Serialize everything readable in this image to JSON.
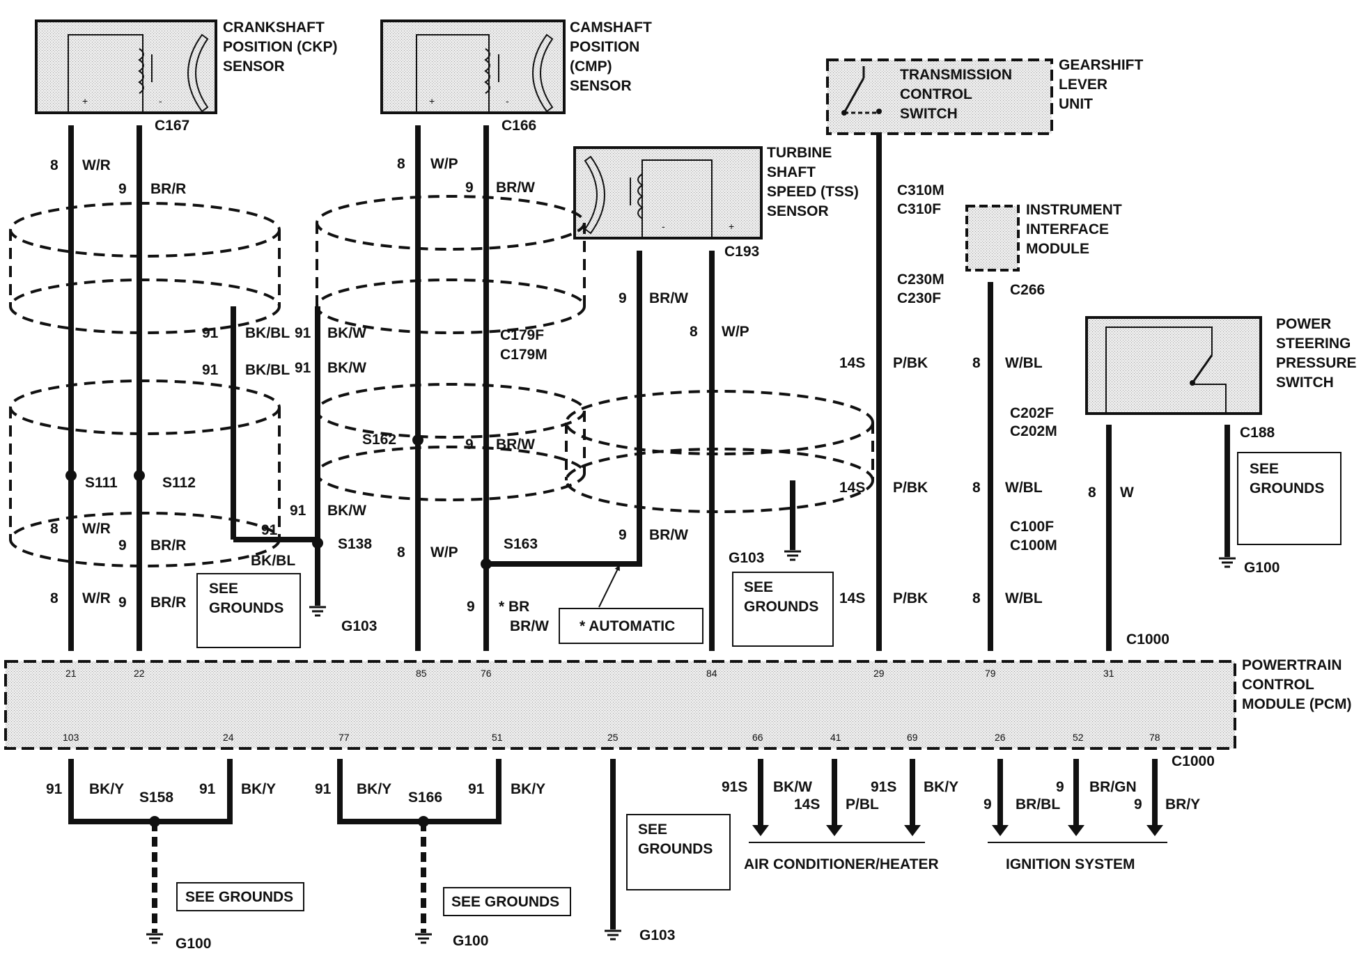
{
  "colors": {
    "ink": "#111111",
    "shade": "#e2e2e2",
    "paper": "#ffffff"
  },
  "components": {
    "ckp": [
      "CRANKSHAFT",
      "POSITION (CKP)",
      "SENSOR"
    ],
    "cmp": [
      "CAMSHAFT",
      "POSITION",
      "(CMP)",
      "SENSOR"
    ],
    "tss": [
      "TURBINE",
      "SHAFT",
      "SPEED (TSS)",
      "SENSOR"
    ],
    "tcs": [
      "TRANSMISSION",
      "CONTROL",
      "SWITCH"
    ],
    "gearshift": [
      "GEARSHIFT",
      "LEVER",
      "UNIT"
    ],
    "iim": [
      "INSTRUMENT",
      "INTERFACE",
      "MODULE"
    ],
    "psps": [
      "POWER",
      "STEERING",
      "PRESSURE",
      "SWITCH"
    ],
    "pcm": [
      "POWERTRAIN",
      "CONTROL",
      "MODULE (PCM)"
    ],
    "automatic_note": "* AUTOMATIC",
    "see_grounds": [
      "SEE",
      "GROUNDS"
    ],
    "see_grounds_inline": "SEE GROUNDS",
    "systems": {
      "ac": "AIR CONDITIONER/HEATER",
      "ignition": "IGNITION SYSTEM"
    },
    "sensor_polarity": {
      "plus": "+",
      "minus": "-"
    }
  },
  "connectors": {
    "c167": "C167",
    "c166": "C166",
    "c193": "C193",
    "c310m": "C310M",
    "c310f": "C310F",
    "c230m": "C230M",
    "c230f": "C230F",
    "c266": "C266",
    "c179f": "C179F",
    "c179m": "C179M",
    "c202f": "C202F",
    "c202m": "C202M",
    "c100f": "C100F",
    "c100m": "C100M",
    "c188": "C188",
    "c1000a": "C1000",
    "c1000b": "C1000"
  },
  "splices": {
    "s111": "S111",
    "s112": "S112",
    "s162": "S162",
    "s138": "S138",
    "s163": "S163",
    "s158": "S158",
    "s166": "S166"
  },
  "grounds": {
    "g100": "G100",
    "g103": "G103"
  },
  "wire_labels": [
    "8",
    "W/R",
    "9",
    "BR/R",
    "8",
    "W/P",
    "9",
    "BR/W",
    "9",
    "BR/W",
    "8",
    "W/P",
    "91",
    "BK/BL",
    "91",
    "BK/W",
    "91",
    "BK/BL",
    "91",
    "BK/W",
    "9",
    "BR/W",
    "8",
    "W/R",
    "9",
    "BR/R",
    "91",
    "BK/BL",
    "91",
    "BK/W",
    "8",
    "W/P",
    "9",
    "BR/W",
    "8",
    "W/R",
    "9",
    "BR/R",
    "9",
    "* BR",
    "BR/W",
    "14S",
    "P/BK",
    "8",
    "W/BL",
    "14S",
    "P/BK",
    "8",
    "W/BL",
    "14S",
    "P/BK",
    "8",
    "W/BL",
    "8",
    "W",
    "91",
    "BK/Y",
    "91",
    "BK/Y",
    "91",
    "BK/Y",
    "91",
    "BK/Y",
    "91S",
    "BK/W",
    "14S",
    "P/BL",
    "91S",
    "BK/Y",
    "9",
    "BR/BL",
    "9",
    "BR/GN",
    "9",
    "BR/Y"
  ],
  "pcm_pins_top": [
    "21",
    "22",
    "85",
    "76",
    "84",
    "29",
    "79",
    "31"
  ],
  "pcm_pins_bottom": [
    "103",
    "24",
    "77",
    "51",
    "25",
    "66",
    "41",
    "69",
    "26",
    "52",
    "78"
  ]
}
